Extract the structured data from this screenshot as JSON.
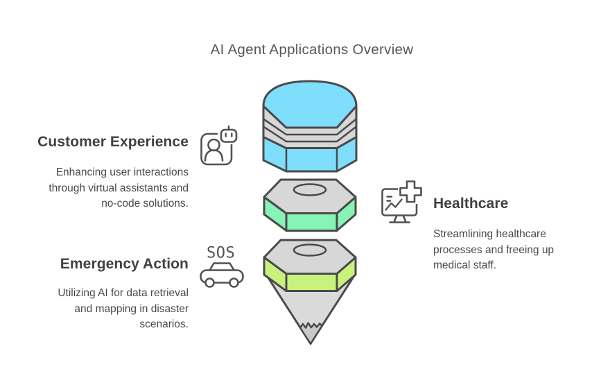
{
  "title": "AI Agent Applications Overview",
  "sections": {
    "customer_experience": {
      "heading": "Customer Experience",
      "description_lines": [
        "Enhancing user interactions",
        "through virtual assistants and",
        "no-code solutions."
      ],
      "icon": "user-robot-icon"
    },
    "healthcare": {
      "heading": "Healthcare",
      "description_lines": [
        "Streamlining healthcare",
        "processes and freeing up",
        "medical staff."
      ],
      "icon": "monitor-medical-cross-icon"
    },
    "emergency_action": {
      "heading": "Emergency Action",
      "description_lines": [
        "Utilizing AI for data retrieval",
        "and mapping in disaster",
        "scenarios."
      ],
      "icon": "sos-car-icon",
      "icon_text": "SOS"
    }
  },
  "pencil": {
    "description": "deconstructed-pencil-illustration",
    "colors": {
      "eraser_blue": "#7EDEFC",
      "nut_green": "#85F4B5",
      "nut_lime": "#C9F27D",
      "metal_gray": "#D7D7D7",
      "wood_gray": "#DADADA",
      "tip_gray": "#C9C9C9",
      "outline": "#4A4A4B"
    }
  },
  "text_colors": {
    "title": "#55585A",
    "heading": "#3F4245",
    "body": "#46494B"
  }
}
